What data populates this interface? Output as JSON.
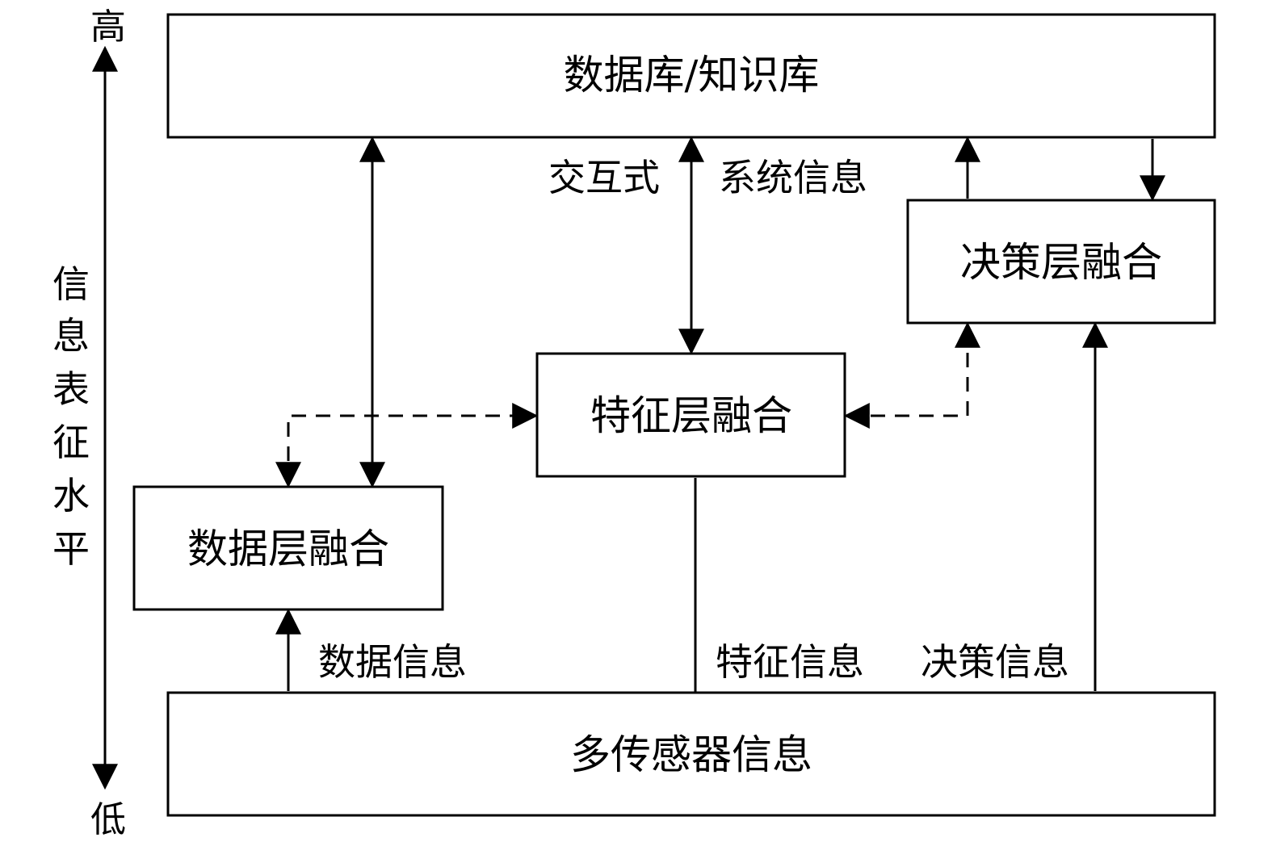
{
  "axis": {
    "top_label": "高",
    "bottom_label": "低",
    "title_chars": [
      "信",
      "息",
      "表",
      "征",
      "水",
      "平"
    ]
  },
  "nodes": {
    "database": "数据库/知识库",
    "decision_fusion": "决策层融合",
    "feature_fusion": "特征层融合",
    "data_fusion": "数据层融合",
    "sensor_info": "多传感器信息"
  },
  "edge_labels": {
    "interactive": "交互式",
    "system_info": "系统信息",
    "data_info": "数据信息",
    "feature_info": "特征信息",
    "decision_info": "决策信息"
  },
  "colors": {
    "stroke": "#000000",
    "background": "#ffffff"
  }
}
